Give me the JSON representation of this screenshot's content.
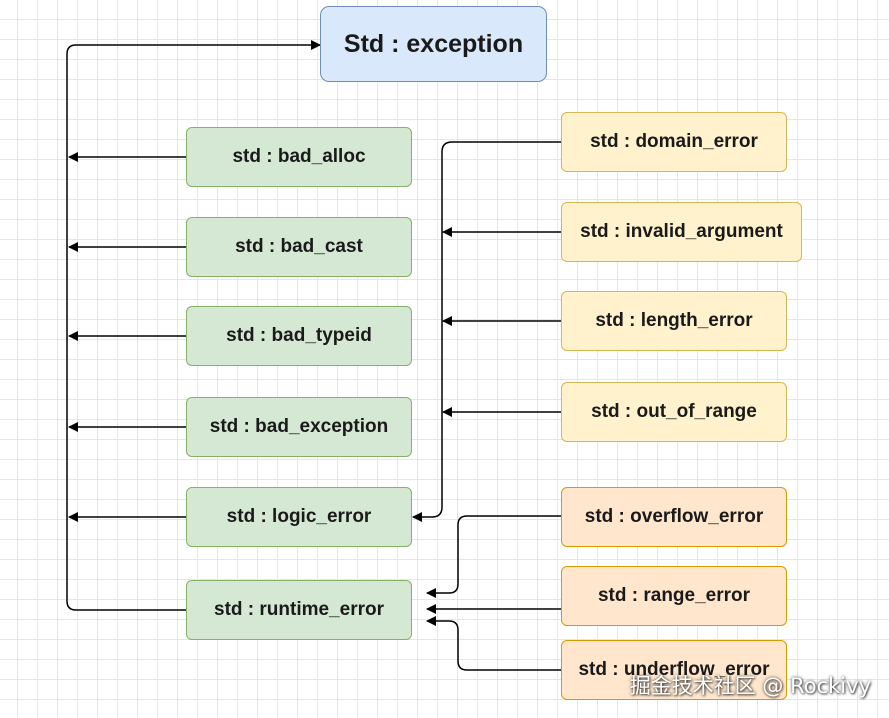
{
  "diagram": {
    "root": {
      "id": "exception",
      "label": "Std : exception"
    },
    "nodes": [
      {
        "id": "bad_alloc",
        "label": "std : bad_alloc",
        "group": "direct"
      },
      {
        "id": "bad_cast",
        "label": "std : bad_cast",
        "group": "direct"
      },
      {
        "id": "bad_typeid",
        "label": "std : bad_typeid",
        "group": "direct"
      },
      {
        "id": "bad_exception",
        "label": "std : bad_exception",
        "group": "direct"
      },
      {
        "id": "logic_error",
        "label": "std : logic_error",
        "group": "direct"
      },
      {
        "id": "runtime_error",
        "label": "std : runtime_error",
        "group": "direct"
      },
      {
        "id": "domain_error",
        "label": "std : domain_error",
        "group": "logic"
      },
      {
        "id": "invalid_argument",
        "label": "std : invalid_argument",
        "group": "logic"
      },
      {
        "id": "length_error",
        "label": "std : length_error",
        "group": "logic"
      },
      {
        "id": "out_of_range",
        "label": "std : out_of_range",
        "group": "logic"
      },
      {
        "id": "overflow_error",
        "label": "std : overflow_error",
        "group": "runtime"
      },
      {
        "id": "range_error",
        "label": "std : range_error",
        "group": "runtime"
      },
      {
        "id": "underflow_error",
        "label": "std : underflow_error",
        "group": "runtime"
      }
    ],
    "edges": [
      {
        "from": "bad_alloc",
        "to": "exception"
      },
      {
        "from": "bad_cast",
        "to": "exception"
      },
      {
        "from": "bad_typeid",
        "to": "exception"
      },
      {
        "from": "bad_exception",
        "to": "exception"
      },
      {
        "from": "logic_error",
        "to": "exception"
      },
      {
        "from": "runtime_error",
        "to": "exception"
      },
      {
        "from": "domain_error",
        "to": "logic_error"
      },
      {
        "from": "invalid_argument",
        "to": "logic_error"
      },
      {
        "from": "length_error",
        "to": "logic_error"
      },
      {
        "from": "out_of_range",
        "to": "logic_error"
      },
      {
        "from": "overflow_error",
        "to": "runtime_error"
      },
      {
        "from": "range_error",
        "to": "runtime_error"
      },
      {
        "from": "underflow_error",
        "to": "runtime_error"
      }
    ]
  },
  "colors": {
    "root_fill": "#dae8fc",
    "root_stroke": "#6c8ebf",
    "direct_fill": "#d5e8d4",
    "direct_stroke": "#82b366",
    "logic_fill": "#fff2cc",
    "logic_stroke": "#d6b656",
    "runtime_fill": "#ffe6cc",
    "runtime_stroke": "#d79b00",
    "edge": "#000000"
  },
  "watermark": "掘金技术社区 @ Rockivy"
}
